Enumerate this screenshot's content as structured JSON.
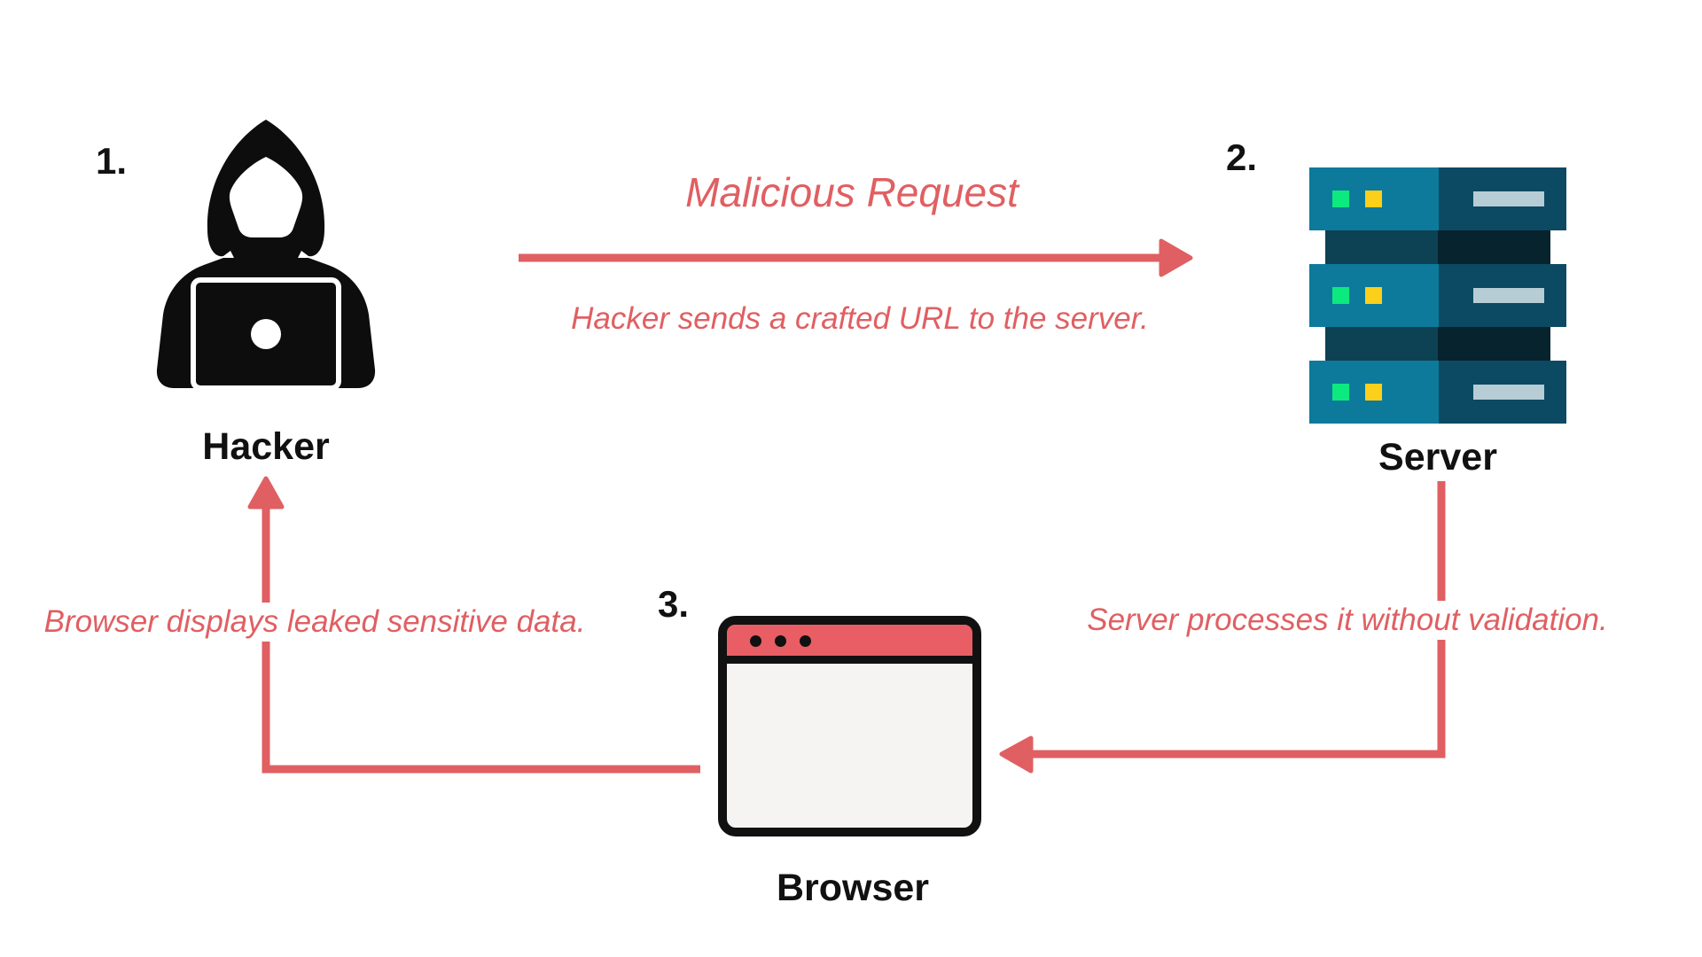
{
  "diagram": {
    "flow_caption": "Malicious Request",
    "steps": [
      {
        "number": "1.",
        "label": "Hacker"
      },
      {
        "number": "2.",
        "label": "Server"
      },
      {
        "number": "3.",
        "label": "Browser"
      }
    ],
    "captions": {
      "step1": "Hacker sends a crafted URL to the server.",
      "step2": "Server processes it without validation.",
      "step3": "Browser displays leaked sensitive data."
    },
    "colors": {
      "accent": "#e05f62",
      "browser_bar": "#e95d64",
      "server_teal": "#0e7a9b",
      "server_dark": "#0b4a62",
      "server_connector_left": "#0d4154",
      "server_connector_right": "#07232e",
      "led_green": "#0ce97f",
      "led_yellow": "#fccf1a",
      "server_slot": "#b7cdd5",
      "icon_black": "#111111"
    }
  }
}
